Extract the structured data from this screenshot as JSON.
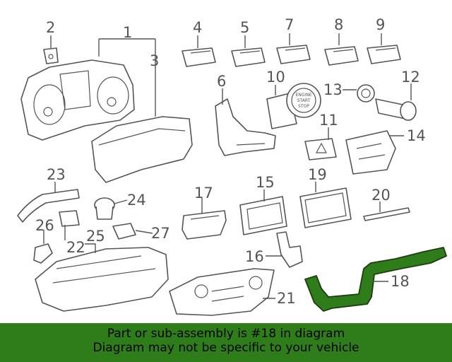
{
  "callouts": {
    "c1": "1",
    "c2": "2",
    "c3": "3",
    "c4": "4",
    "c5": "5",
    "c6": "6",
    "c7": "7",
    "c8": "8",
    "c9": "9",
    "c10": "10",
    "c11": "11",
    "c12": "12",
    "c13": "13",
    "c14": "14",
    "c15": "15",
    "c16": "16",
    "c17": "17",
    "c18": "18",
    "c19": "19",
    "c20": "20",
    "c21": "21",
    "c22": "22",
    "c23": "23",
    "c24": "24",
    "c25": "25",
    "c26": "26",
    "c27": "27"
  },
  "button_label": [
    "ENGINE",
    "START",
    "STOP"
  ],
  "highlight_color": "#2e7d1a",
  "footer": {
    "line1": "Part or sub-assembly is #18 in diagram",
    "line2": "Diagram may not be specific to your vehicle"
  }
}
